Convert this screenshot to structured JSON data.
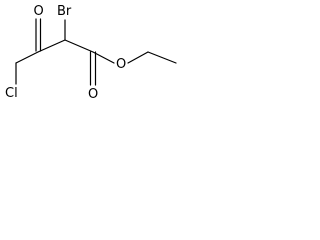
{
  "molecule": {
    "atoms": {
      "oxygen_ketone": "O",
      "bromine": "Br",
      "chlorine": "Cl",
      "oxygen_carbonyl": "O",
      "oxygen_ester": "O"
    },
    "line_color": "#000000",
    "background_color": "#ffffff"
  }
}
